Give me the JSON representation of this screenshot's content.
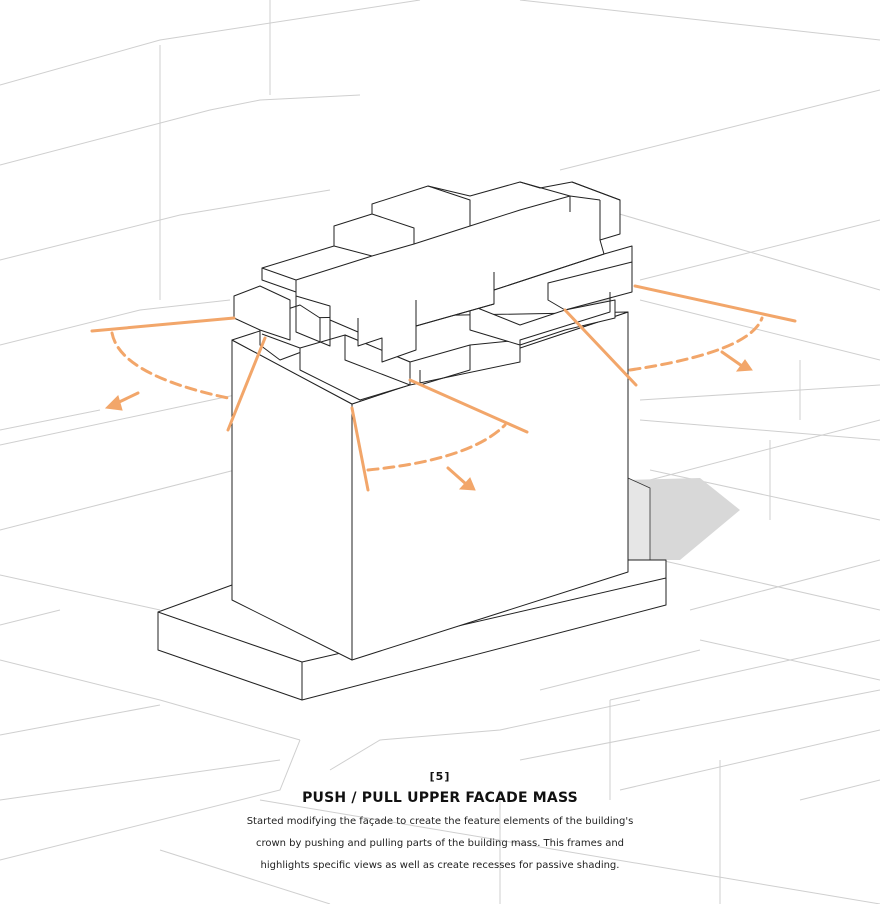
{
  "caption": {
    "step": "[5]",
    "title": "PUSH / PULL UPPER FACADE MASS",
    "description": [
      "Started modifying the façade to create the feature elements of the building's",
      "crown by pushing and pulling parts of the building mass. This frames and",
      "highlights specific views as well as create recesses for passive shading."
    ]
  },
  "colors": {
    "view_lines": "#f2a66a",
    "outline": "#222222",
    "context": "#c8c8c8",
    "shadow": "#d9d9d9"
  }
}
